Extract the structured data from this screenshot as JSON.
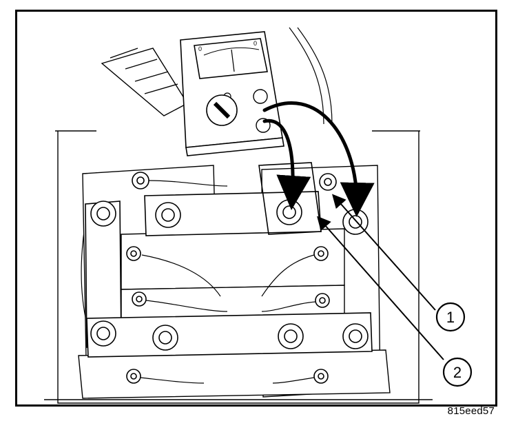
{
  "figure": {
    "id": "815eed57",
    "callouts": [
      {
        "number": "1"
      },
      {
        "number": "2"
      }
    ]
  },
  "meter": {
    "scale_left": "0",
    "scale_right": "0"
  },
  "colors": {
    "line": "#000000",
    "background": "#ffffff"
  }
}
